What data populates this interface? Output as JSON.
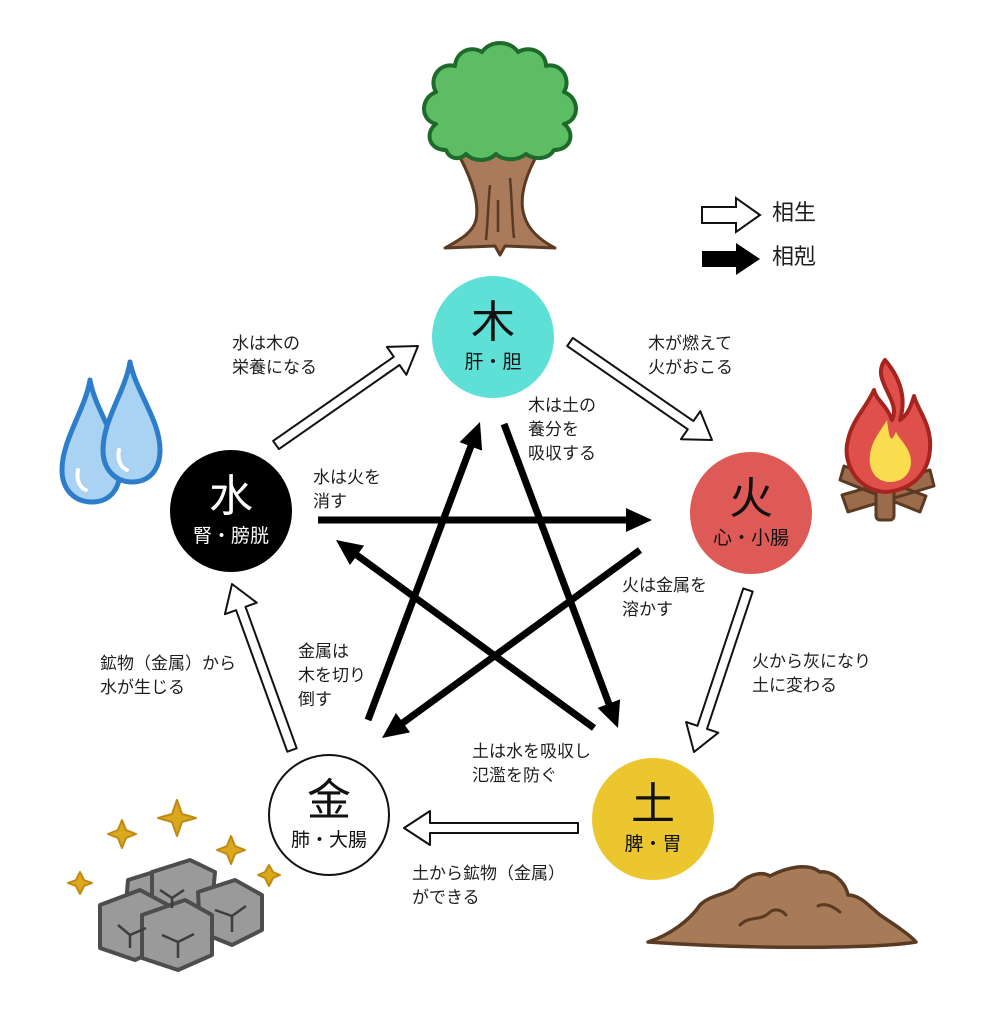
{
  "title": "五行 相生・相剋",
  "legend": {
    "sheng": {
      "label": "相生",
      "icon": "outline-arrow-icon"
    },
    "ke": {
      "label": "相剋",
      "icon": "solid-arrow-icon"
    }
  },
  "elements": {
    "wood": {
      "char": "木",
      "organs": "肝・胆",
      "color": "#5fe0d6",
      "text_color": "#111111",
      "illustration": "tree-icon"
    },
    "fire": {
      "char": "火",
      "organs": "心・小腸",
      "color": "#de5a56",
      "text_color": "#111111",
      "illustration": "campfire-icon"
    },
    "earth": {
      "char": "土",
      "organs": "脾・胃",
      "color": "#ebc62f",
      "text_color": "#111111",
      "illustration": "soil-pile-icon"
    },
    "metal": {
      "char": "金",
      "organs": "肺・大腸",
      "color": "#ffffff",
      "text_color": "#111111",
      "illustration": "ore-rocks-icon"
    },
    "water": {
      "char": "水",
      "organs": "腎・膀胱",
      "color": "#000000",
      "text_color": "#ffffff",
      "illustration": "water-drops-icon"
    }
  },
  "sheng_cycle": [
    {
      "from": "water",
      "to": "wood",
      "text": "水は木の\n栄養になる"
    },
    {
      "from": "wood",
      "to": "fire",
      "text": "木が燃えて\n火がおこる"
    },
    {
      "from": "fire",
      "to": "earth",
      "text": "火から灰になり\n土に変わる"
    },
    {
      "from": "earth",
      "to": "metal",
      "text": "土から鉱物（金属）\nができる"
    },
    {
      "from": "metal",
      "to": "water",
      "text": "鉱物（金属）から\n水が生じる"
    }
  ],
  "ke_cycle": [
    {
      "from": "wood",
      "to": "earth",
      "text": "木は土の\n養分を\n吸収する"
    },
    {
      "from": "water",
      "to": "fire",
      "text": "水は火を\n消す"
    },
    {
      "from": "fire",
      "to": "metal",
      "text": "火は金属を\n溶かす"
    },
    {
      "from": "earth",
      "to": "water",
      "text": "土は水を吸収し\n氾濫を防ぐ"
    },
    {
      "from": "metal",
      "to": "wood",
      "text": "金属は\n木を切り\n倒す"
    }
  ]
}
